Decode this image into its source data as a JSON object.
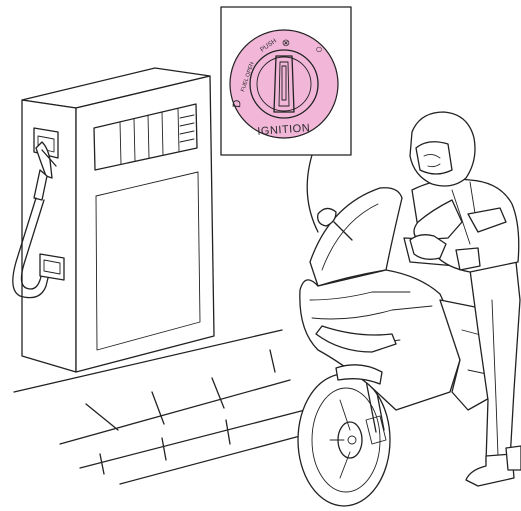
{
  "ignition_switch": {
    "label": "IGNITION",
    "push_label": "PUSH",
    "fuel_open_label": "FUEL OPEN",
    "lock_symbol": "⊗",
    "on_symbol": "○",
    "fuel_symbol": "D",
    "highlight_color": "#f2b6d9",
    "outline_color": "#222222"
  },
  "icons": [
    "fuel-pump-icon",
    "fuel-nozzle-icon",
    "ignition-key-icon",
    "scooter-icon",
    "rider-icon"
  ]
}
